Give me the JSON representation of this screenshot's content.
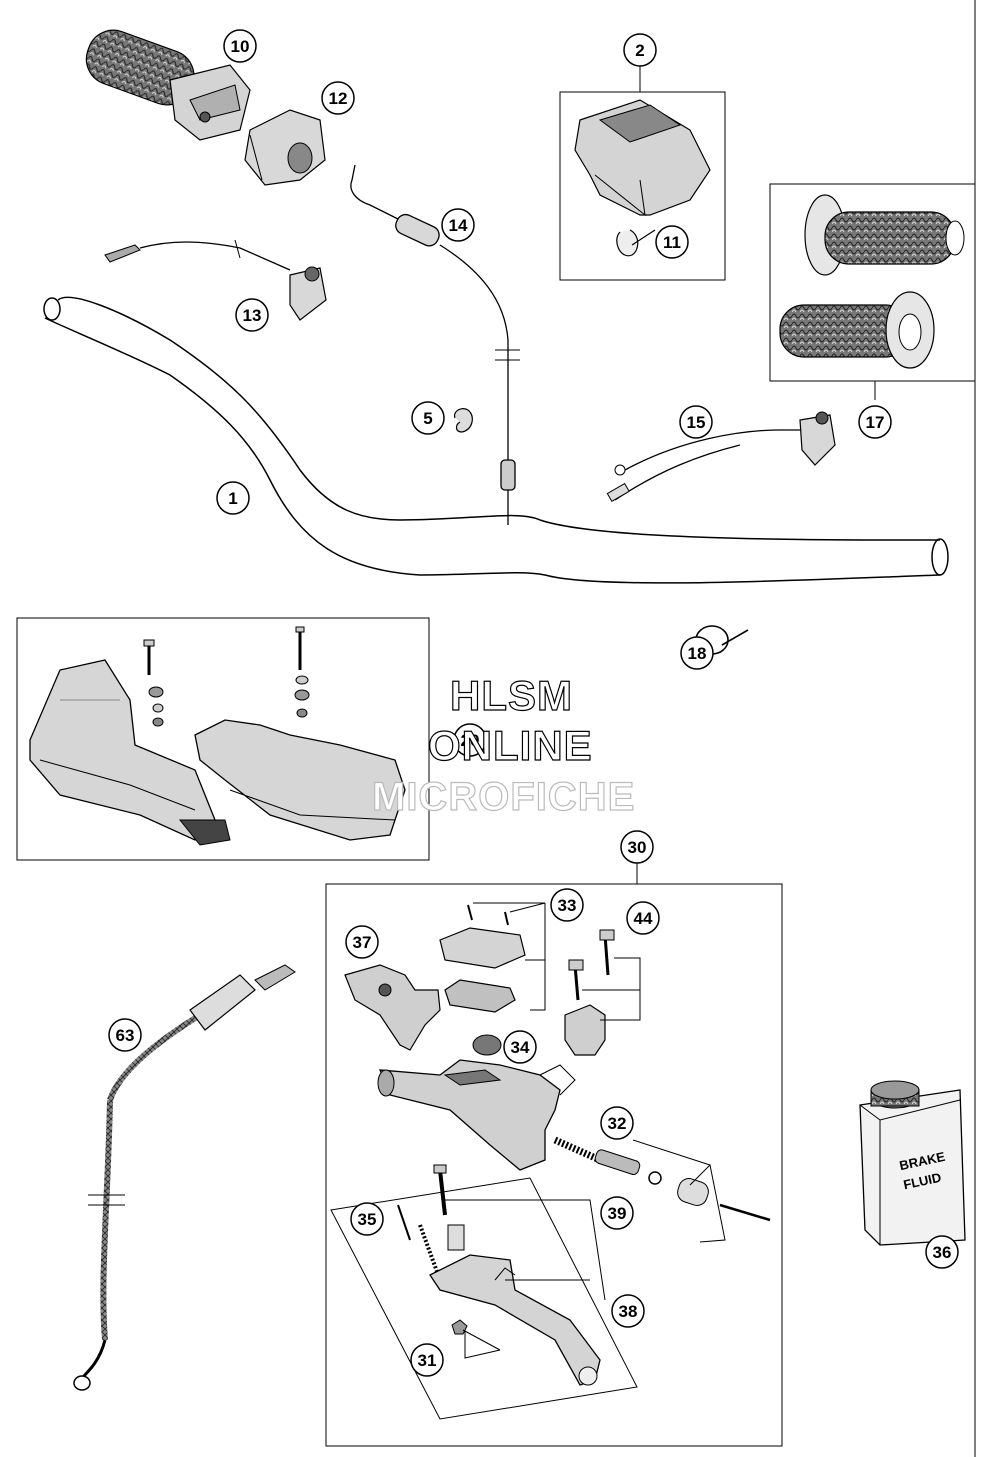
{
  "watermark": {
    "line1": "HLSM",
    "line2": "ONLINE",
    "line3": "MICROFICHE"
  },
  "callouts": [
    "1",
    "2",
    "5",
    "10",
    "11",
    "12",
    "13",
    "14",
    "15",
    "17",
    "18",
    "20",
    "30",
    "31",
    "32",
    "33",
    "34",
    "35",
    "36",
    "37",
    "38",
    "39",
    "44",
    "63"
  ],
  "can_label": {
    "line1": "BRAKE",
    "line2": "FLUID"
  },
  "colors": {
    "line": "#000000",
    "part_fill": "#d0d0d0",
    "part_dark": "#707070",
    "background": "#ffffff"
  }
}
